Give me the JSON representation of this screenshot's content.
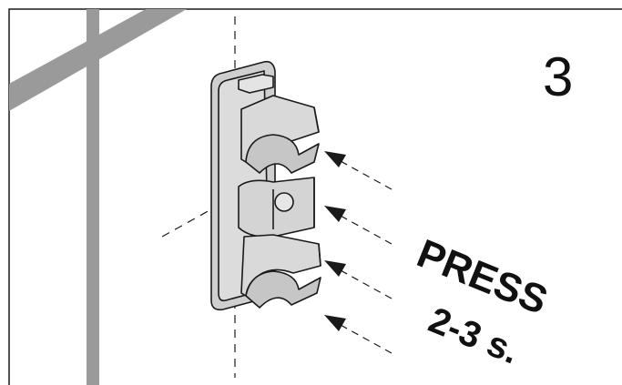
{
  "step_number": "3",
  "instruction_line1": "PRESS",
  "instruction_line2": "2-3 s.",
  "colors": {
    "wall_frame": "#9a9a9a",
    "part_fill": "#d7d7d7",
    "part_shadow": "#b9b9b9",
    "outline": "#1a1a1a"
  }
}
